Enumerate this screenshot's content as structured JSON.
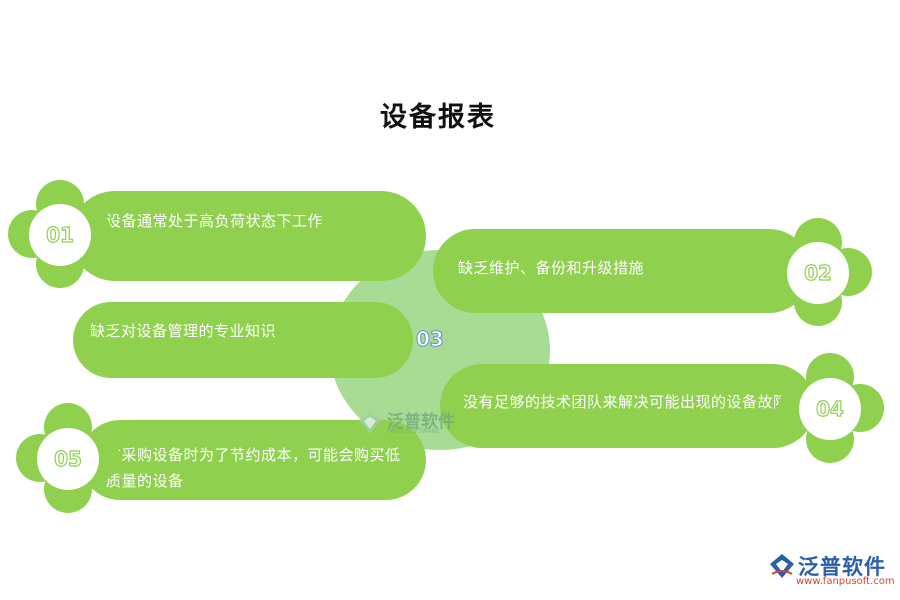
{
  "title": "设备报表",
  "center": {
    "number": "03"
  },
  "items": [
    {
      "number": "01",
      "text": "设备通常处于高负荷状态下工作"
    },
    {
      "number": "02",
      "text": "缺乏维护、备份和升级措施"
    },
    {
      "number": "03",
      "text": "缺乏对设备管理的专业知识"
    },
    {
      "number": "04",
      "text": "没有足够的技术团队来解决可能出现的设备故障"
    },
    {
      "number": "05",
      "text": "在采购设备时为了节约成本，可能会购买低质量的设备"
    }
  ],
  "watermark": {
    "name": "泛普软件",
    "sub": "FANPUSOFTWARE"
  },
  "brand": {
    "name": "泛普软件",
    "url": "www.fanpusoft.com"
  },
  "colors": {
    "green": "#8fd14f",
    "center": "#a8dc94",
    "brand_blue": "#2b5ea8",
    "brand_red": "#d9442b"
  }
}
